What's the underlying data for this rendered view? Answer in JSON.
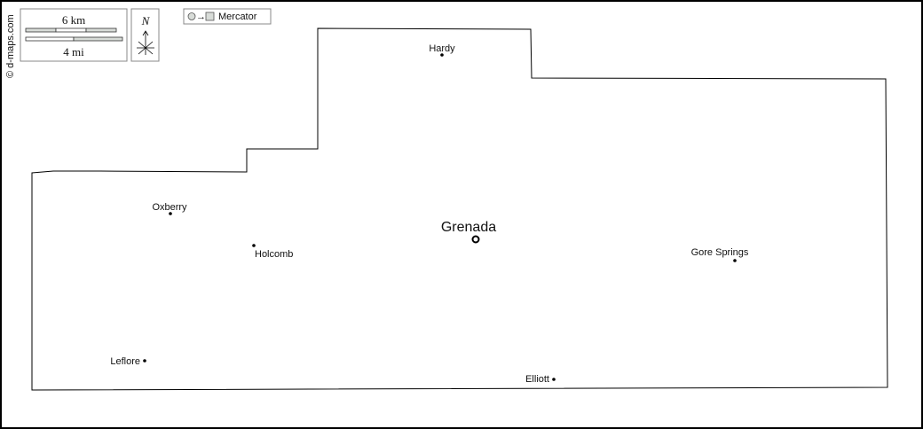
{
  "credit": "© d-maps.com",
  "scale": {
    "km_label": "6 km",
    "mi_label": "4 mi"
  },
  "north_label": "N",
  "projection_label": "Mercator",
  "places": {
    "hardy": "Hardy",
    "oxberry": "Oxberry",
    "holcomb": "Holcomb",
    "grenada": "Grenada",
    "gore_springs": "Gore Springs",
    "leflore": "Leflore",
    "elliott": "Elliott"
  },
  "colors": {
    "border": "#000000",
    "bar_fill": "#d8dcd8"
  }
}
